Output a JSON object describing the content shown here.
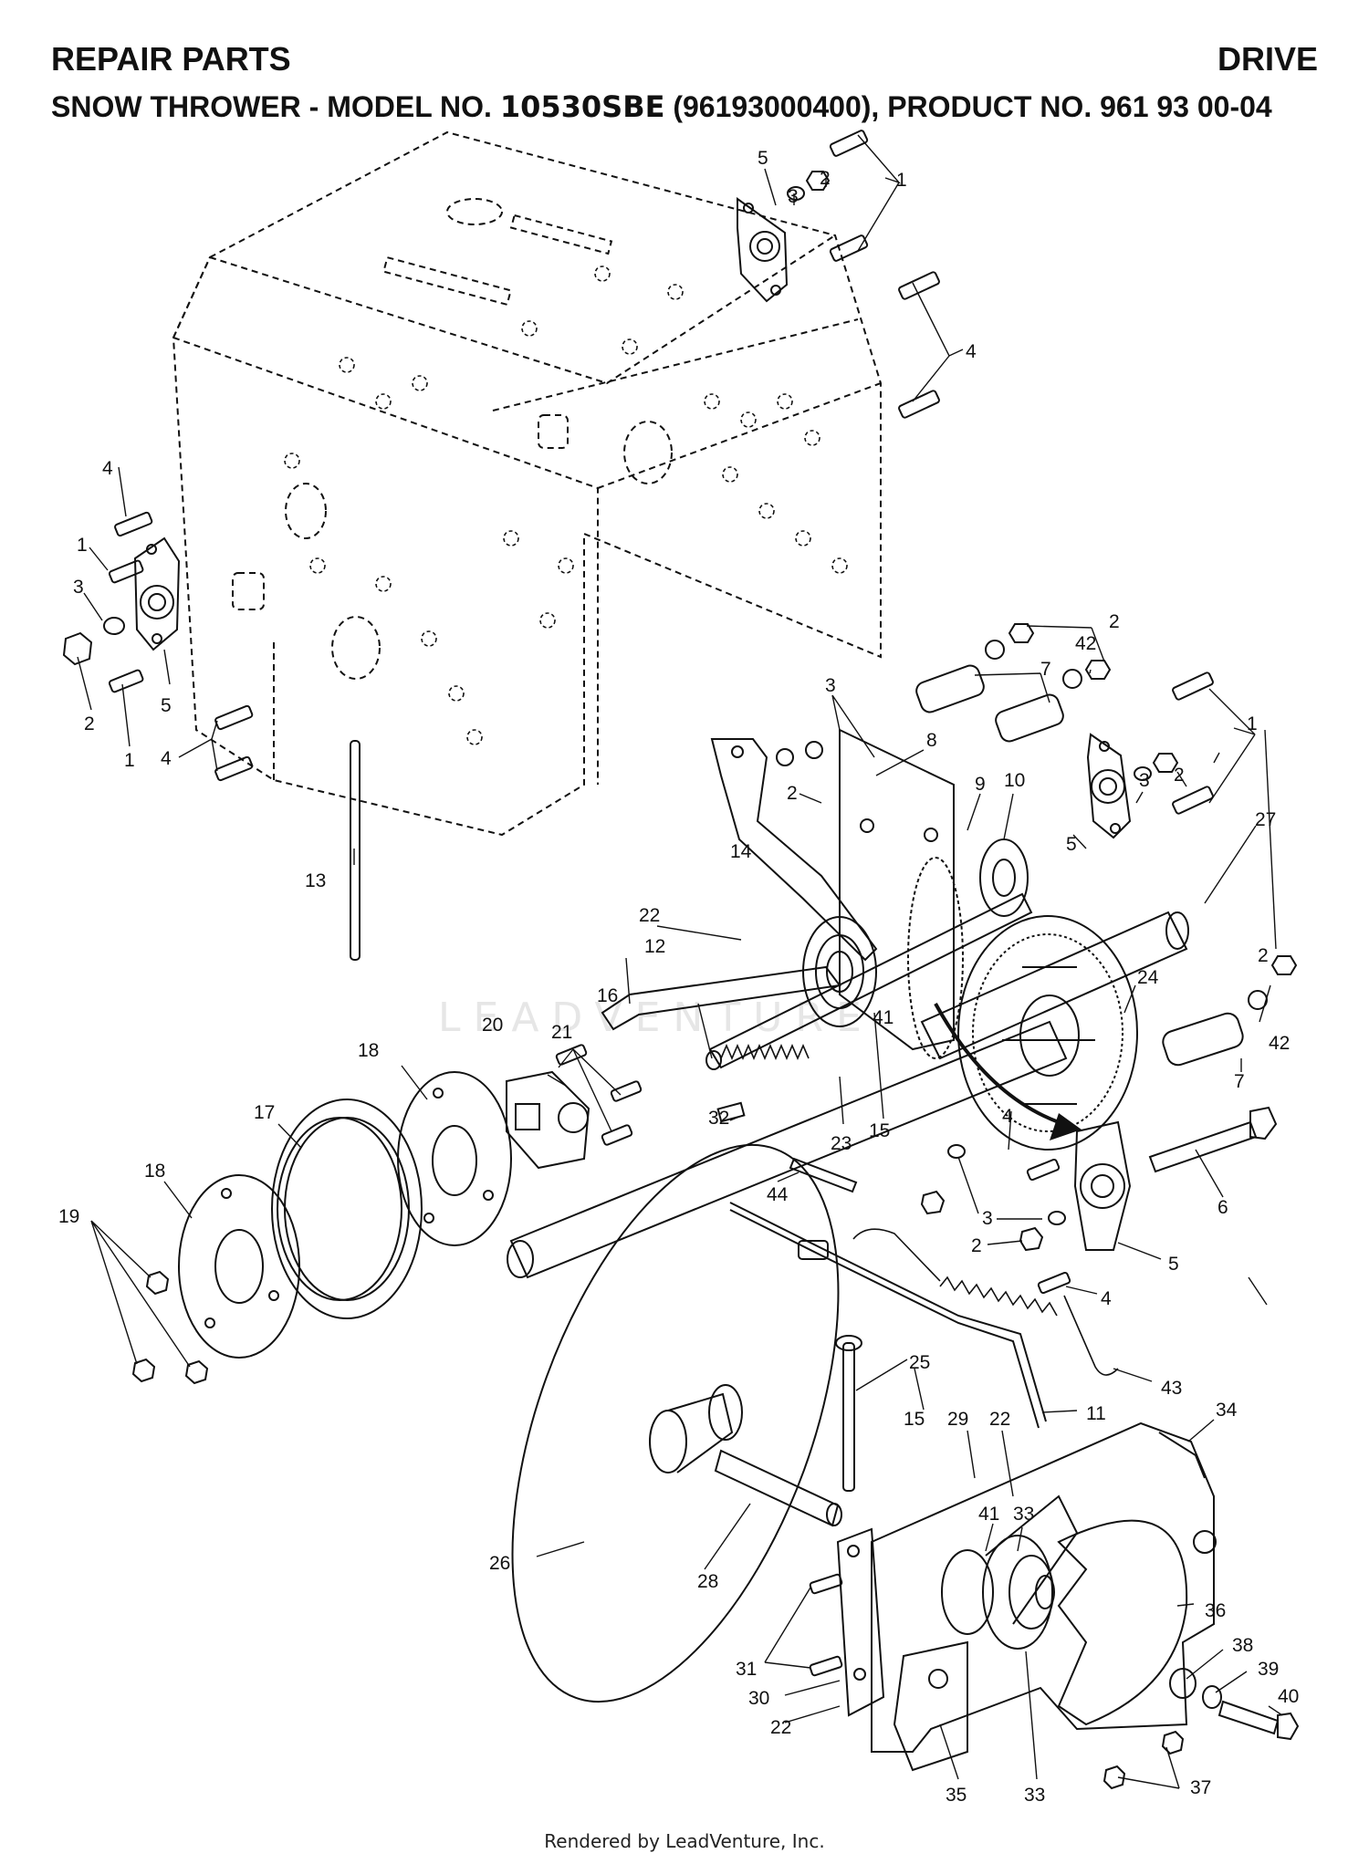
{
  "header": {
    "section": "REPAIR PARTS",
    "subsection": "DRIVE",
    "product_prefix": "SNOW THROWER - MODEL NO. ",
    "model_no": "10530SBE",
    "product_suffix": " (96193000400), PRODUCT NO. 961 93 00-04"
  },
  "watermark": "LEADVENTURE",
  "footer": {
    "rendered_by": "Rendered by LeadVenture, Inc."
  },
  "callouts": [
    "1",
    "2",
    "3",
    "4",
    "5",
    "6",
    "7",
    "8",
    "9",
    "10",
    "11",
    "12",
    "13",
    "14",
    "15",
    "16",
    "17",
    "18",
    "19",
    "20",
    "21",
    "22",
    "23",
    "24",
    "25",
    "26",
    "27",
    "28",
    "29",
    "30",
    "31",
    "32",
    "33",
    "34",
    "35",
    "36",
    "37",
    "38",
    "39",
    "40",
    "41",
    "42",
    "43",
    "44"
  ],
  "colors": {
    "line": "#111111",
    "paper": "#ffffff",
    "watermark": "#e6e6e6"
  }
}
